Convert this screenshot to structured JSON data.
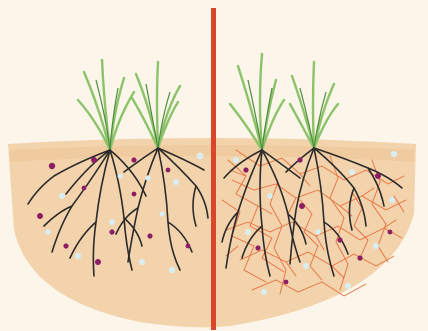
{
  "scene": {
    "description_text": "",
    "colors": {
      "background": "#fbf5ea",
      "soil": "#f3d3ab",
      "soil_shadow": "#ecc596",
      "divider": "#d9472b",
      "root": "#2b2b2b",
      "fungal_hyphae": "#e66a3a",
      "grass": "#8cc36a",
      "grass_dark": "#4f8c3f",
      "nutrient_purple": "#8c1e64",
      "nutrient_blue": "#d9eef3"
    },
    "panels": [
      {
        "name": "left",
        "hyphae": false,
        "plants": 2
      },
      {
        "name": "right",
        "hyphae": true,
        "plants": 2
      }
    ]
  }
}
